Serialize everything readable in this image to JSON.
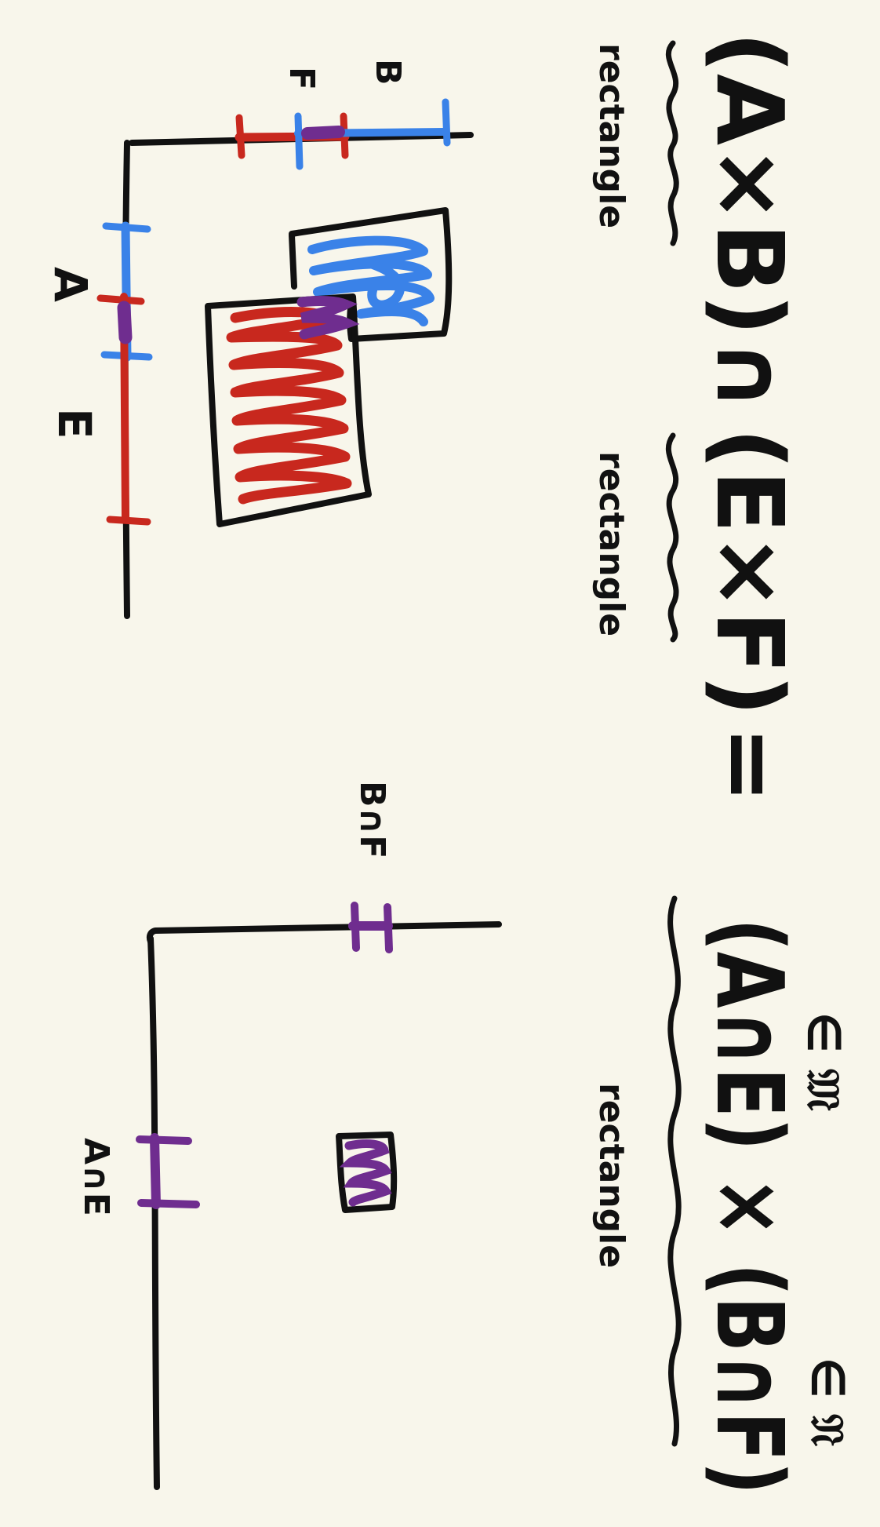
{
  "equation": {
    "lhs_first": "(A×B)",
    "intersection_symbol": "∩",
    "lhs_second": "(E×F)",
    "equals": "=",
    "rhs": "(A∩E) × (B∩F)",
    "rhs_first_sup": "∈ 𝔐",
    "rhs_second_sup": "∈ 𝔑"
  },
  "brace_labels": {
    "first": "rectangle",
    "second": "rectangle",
    "third": "rectangle"
  },
  "left_diagram": {
    "x_axis_label_first": "A",
    "x_axis_label_second": "E",
    "y_axis_label_first": "B",
    "y_axis_label_second": "F"
  },
  "right_diagram": {
    "x_axis_label": "A∩E",
    "y_axis_label": "B∩F"
  },
  "colors": {
    "paper": "#f8f6eb",
    "ink": "#111111",
    "blue": "#3a82e8",
    "red": "#c8281e",
    "purple": "#6f2d8f"
  }
}
